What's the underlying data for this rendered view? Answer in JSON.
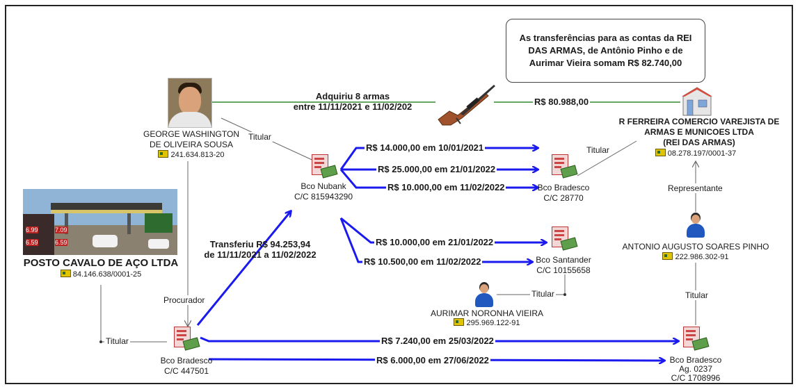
{
  "callout": {
    "text": "As transferências para as contas da REI DAS ARMAS, de Antônio Pinho e de Aurimar Vieira somam R$ 82.740,00"
  },
  "people": {
    "george": {
      "name_line1": "GEORGE WASHINGTON",
      "name_line2": "DE OLIVEIRA SOUSA",
      "id": "241.634.813-20"
    },
    "antonio": {
      "name": "ANTONIO AUGUSTO SOARES PINHO",
      "id": "222.986.302-91"
    },
    "aurimar": {
      "name": "AURIMAR NORONHA VIEIRA",
      "id": "295.969.122-91"
    }
  },
  "companies": {
    "rei": {
      "line1": "R FERREIRA COMERCIO VAREJISTA DE",
      "line2": "ARMAS E MUNICOES LTDA",
      "line3": "(REI DAS ARMAS)",
      "id": "08.278.197/0001-37"
    },
    "posto": {
      "name": "POSTO CAVALO DE AÇO LTDA",
      "id": "84.146.638/0001-25",
      "sign_prices": [
        "6.99",
        "7.09",
        "6.59",
        "6.59"
      ]
    }
  },
  "accounts": {
    "nubank": {
      "line1": "Bco Nubank",
      "line2": "C/C 815943290"
    },
    "bradesco_28770": {
      "line1": "Bco Bradesco",
      "line2": "C/C 28770"
    },
    "santander": {
      "line1": "Bco Santander",
      "line2": "C/C 10155658"
    },
    "bradesco_447501": {
      "line1": "Bco Bradesco",
      "line2": "C/C 447501"
    },
    "bradesco_0237": {
      "line1": "Bco Bradesco",
      "line2": "Ag. 0237",
      "line3": "C/C 1708996"
    }
  },
  "edges": {
    "acquired_line1": "Adquiriu 8 armas",
    "acquired_line2": "entre 11/11/2021 e 11/02/202",
    "rei_amount": "R$ 80.988,00",
    "titular": "Titular",
    "procurador": "Procurador",
    "representante": "Representante",
    "transfer_line1": "Transferiu R$ 94.253,94",
    "transfer_line2": "de 11/11/2021 a 11/02/2022",
    "t1": "R$ 14.000,00 em 10/01/2021",
    "t2": "R$ 25.000,00 em 21/01/2022",
    "t3": "R$ 10.000,00 em 11/02/2022",
    "t4": "R$ 10.000,00 em 21/01/2022",
    "t5": "R$ 10.500,00 em 11/02/2022",
    "t6": "R$ 7.240,00 em 25/03/2022",
    "t7": "R$ 6.000,00 em 27/06/2022"
  },
  "colors": {
    "transfer": "#1a1aee",
    "purchase": "#2e8b2e",
    "link": "#666666"
  }
}
